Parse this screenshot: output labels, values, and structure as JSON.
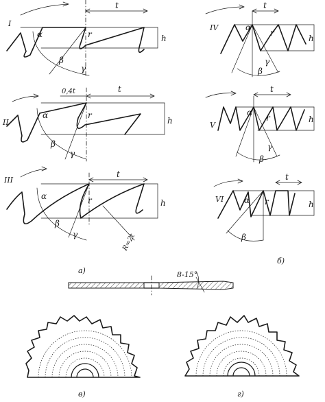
{
  "panel_a": {
    "caption": "а)",
    "profiles": [
      {
        "numeral": "I",
        "t": "t",
        "h": "h",
        "alpha": "α",
        "beta": "β",
        "gamma": "γ",
        "r": "r"
      },
      {
        "numeral": "II",
        "t": "t",
        "h": "h",
        "alpha": "α",
        "beta": "β",
        "gamma": "γ",
        "r": "r",
        "land": "0,4t"
      },
      {
        "numeral": "III",
        "t": "t",
        "h": "h",
        "alpha": "α",
        "beta": "β",
        "gamma": "γ",
        "r": "r",
        "radius": "R=2t"
      }
    ]
  },
  "panel_b": {
    "caption": "б)",
    "profiles": [
      {
        "numeral": "IV",
        "t": "t",
        "h": "h",
        "alpha": "α",
        "beta": "β",
        "gamma": "γ",
        "r": "r"
      },
      {
        "numeral": "V",
        "t": "t",
        "h": "h",
        "alpha": "α",
        "beta": "β",
        "gamma": "γ",
        "r": "r"
      },
      {
        "numeral": "VI",
        "t": "t",
        "h": "h",
        "alpha": "α",
        "beta": "β",
        "r": "r"
      }
    ]
  },
  "blade_section": {
    "angle": "8-15°"
  },
  "panel_v": {
    "caption": "в)"
  },
  "panel_g": {
    "caption": "г)"
  }
}
